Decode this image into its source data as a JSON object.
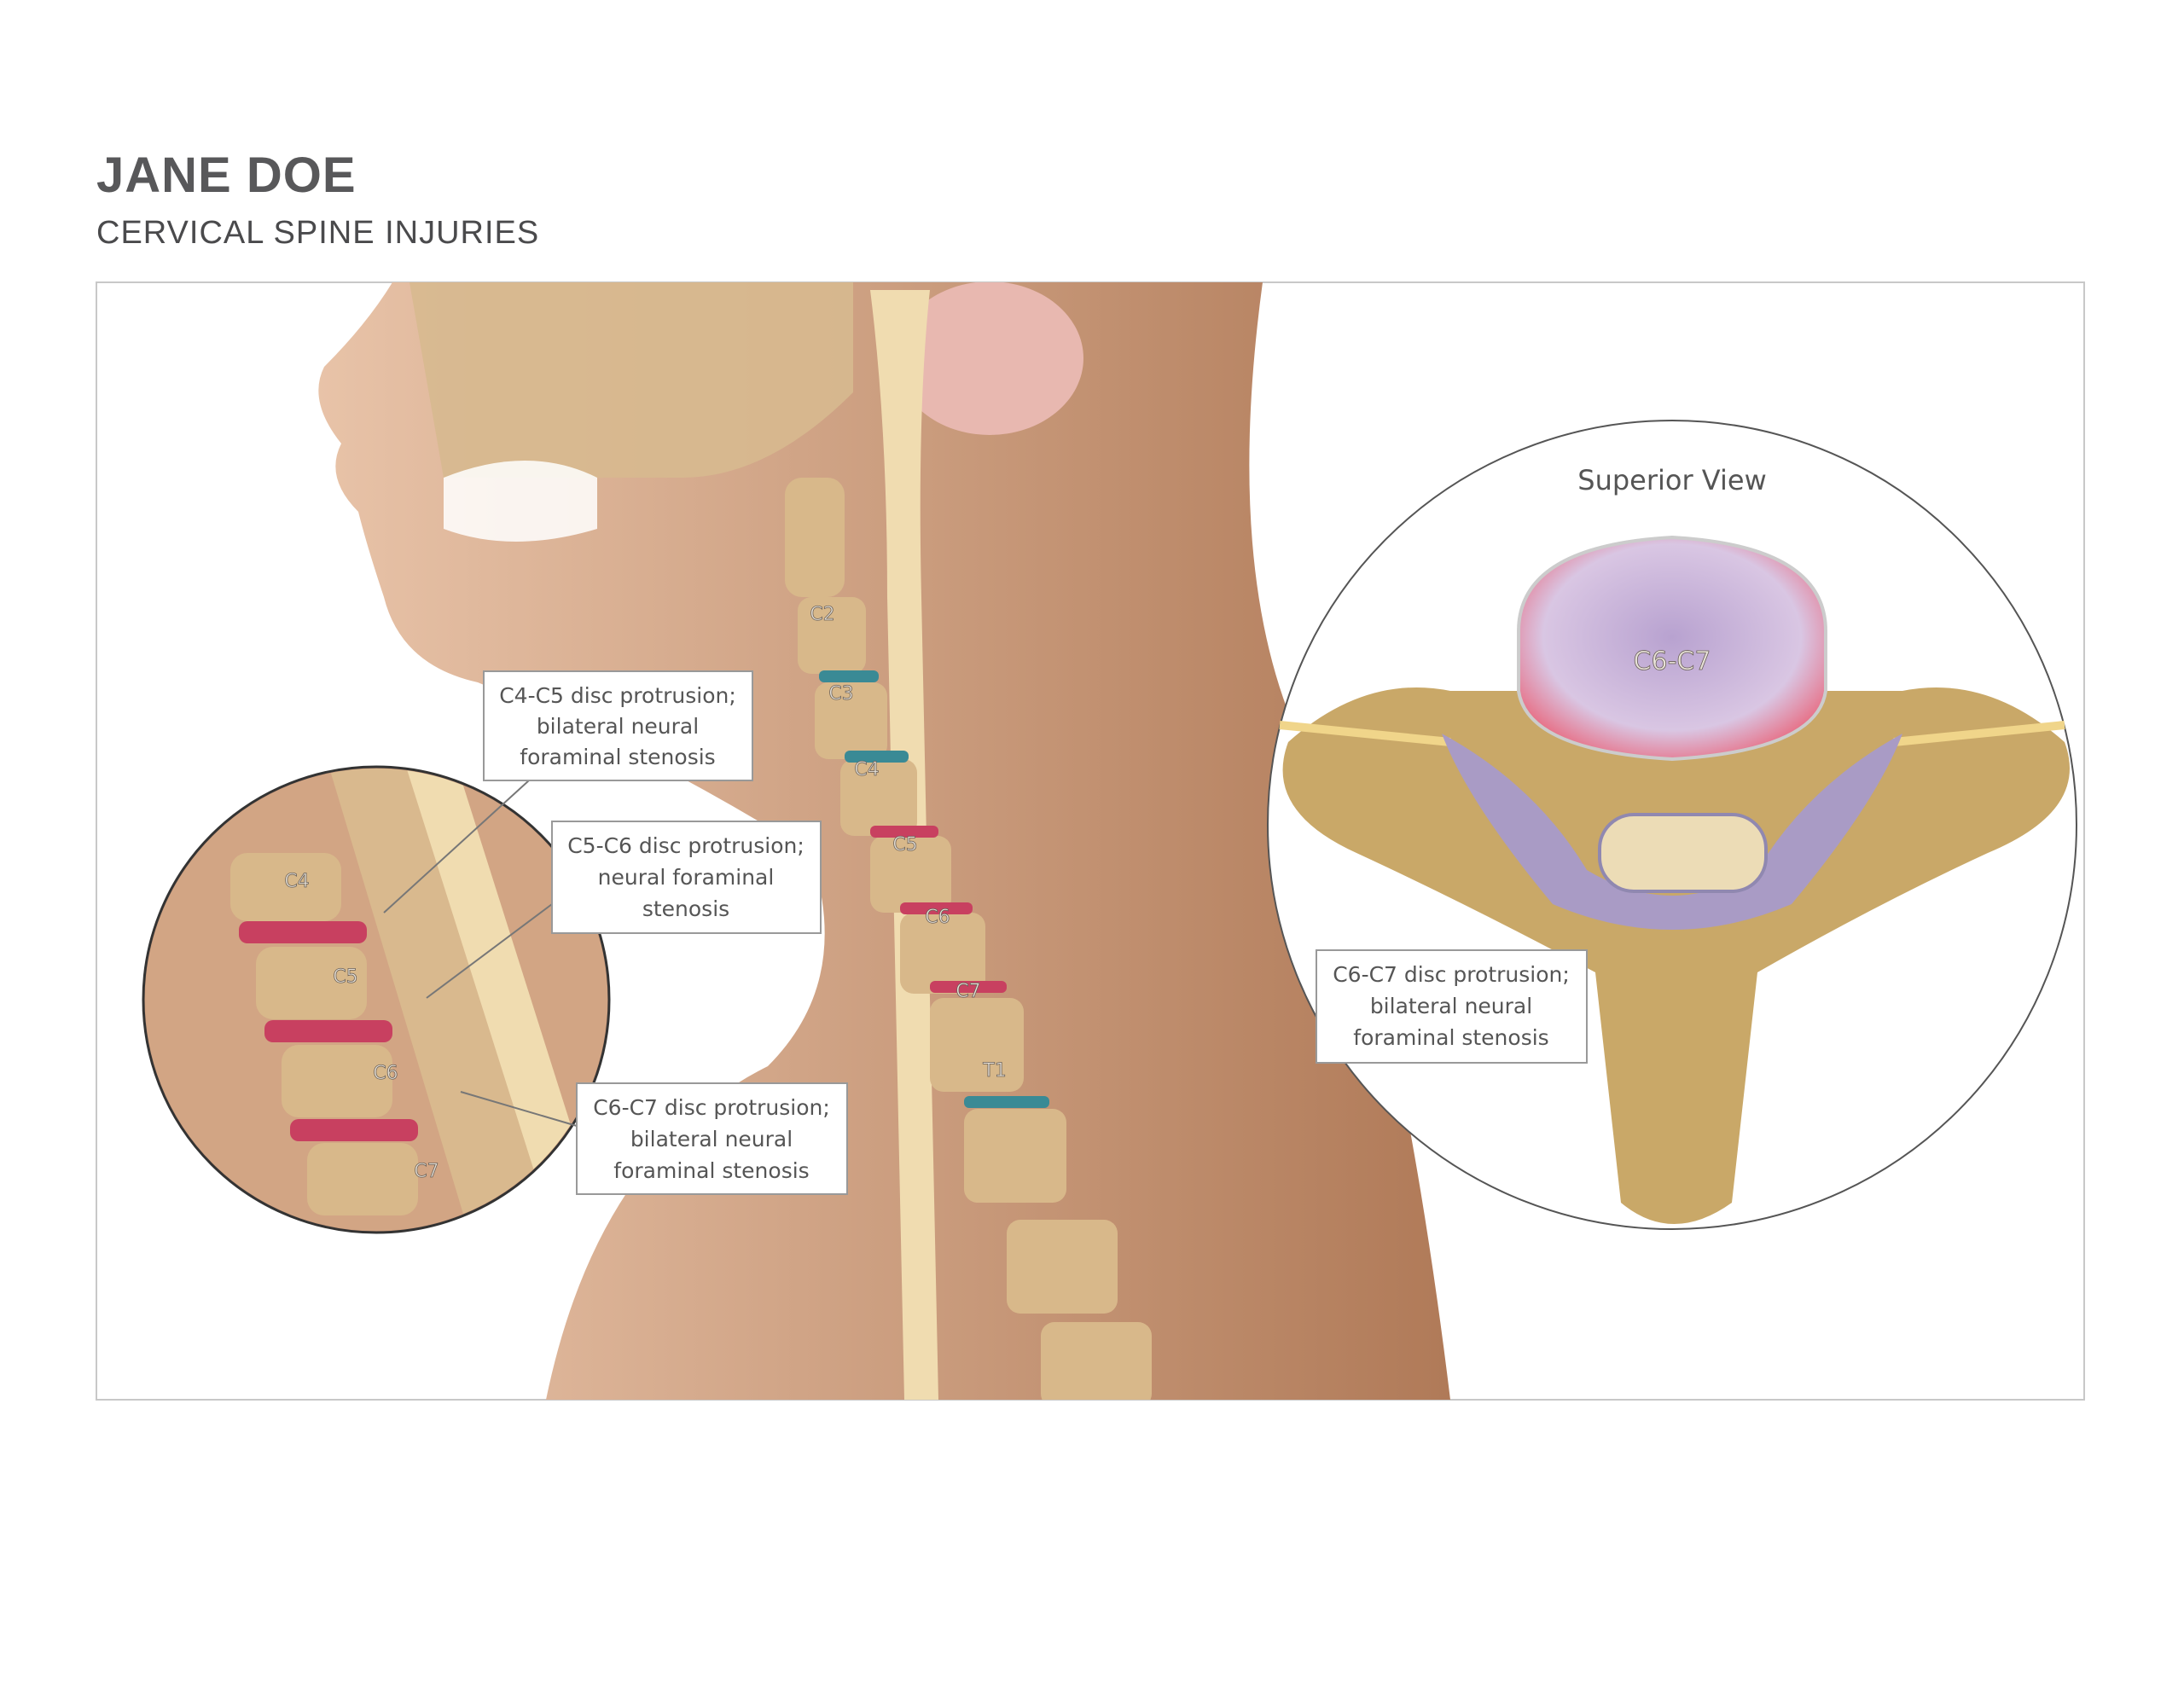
{
  "header": {
    "title": "JANE DOE",
    "subtitle": "CERVICAL SPINE INJURIES"
  },
  "main_view": {
    "vertebra_labels": [
      "C2",
      "C3",
      "C4",
      "C5",
      "C6",
      "C7",
      "T1"
    ],
    "callouts": [
      {
        "lines": [
          "C4-C5 disc protrusion;",
          "bilateral neural",
          "foraminal stenosis"
        ]
      },
      {
        "lines": [
          "C5-C6 disc protrusion;",
          "neural foraminal",
          "stenosis"
        ]
      },
      {
        "lines": [
          "C6-C7 disc protrusion;",
          "bilateral neural",
          "foraminal stenosis"
        ]
      }
    ]
  },
  "inset_zoom": {
    "vertebra_labels": [
      "C4",
      "C5",
      "C6",
      "C7"
    ]
  },
  "superior_view": {
    "title": "Superior View",
    "disc_label": "C6-C7",
    "callout": {
      "lines": [
        "C6-C7 disc protrusion;",
        "bilateral neural",
        "foraminal stenosis"
      ]
    }
  }
}
